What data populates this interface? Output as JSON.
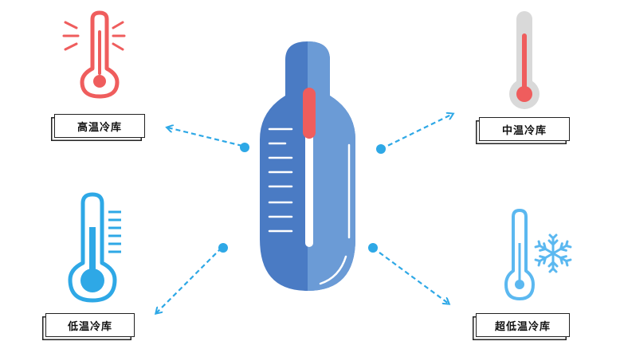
{
  "labels": {
    "high": "高温冷库",
    "medium": "中温冷库",
    "low": "低温冷库",
    "ultra_low": "超低温冷库"
  },
  "colors": {
    "red": "#ef5d5d",
    "blue": "#2ea8e6",
    "light_blue": "#5bb8f0",
    "main_dark": "#4a7bc4",
    "main_light": "#6b9bd6",
    "gray": "#d9d9d9"
  }
}
